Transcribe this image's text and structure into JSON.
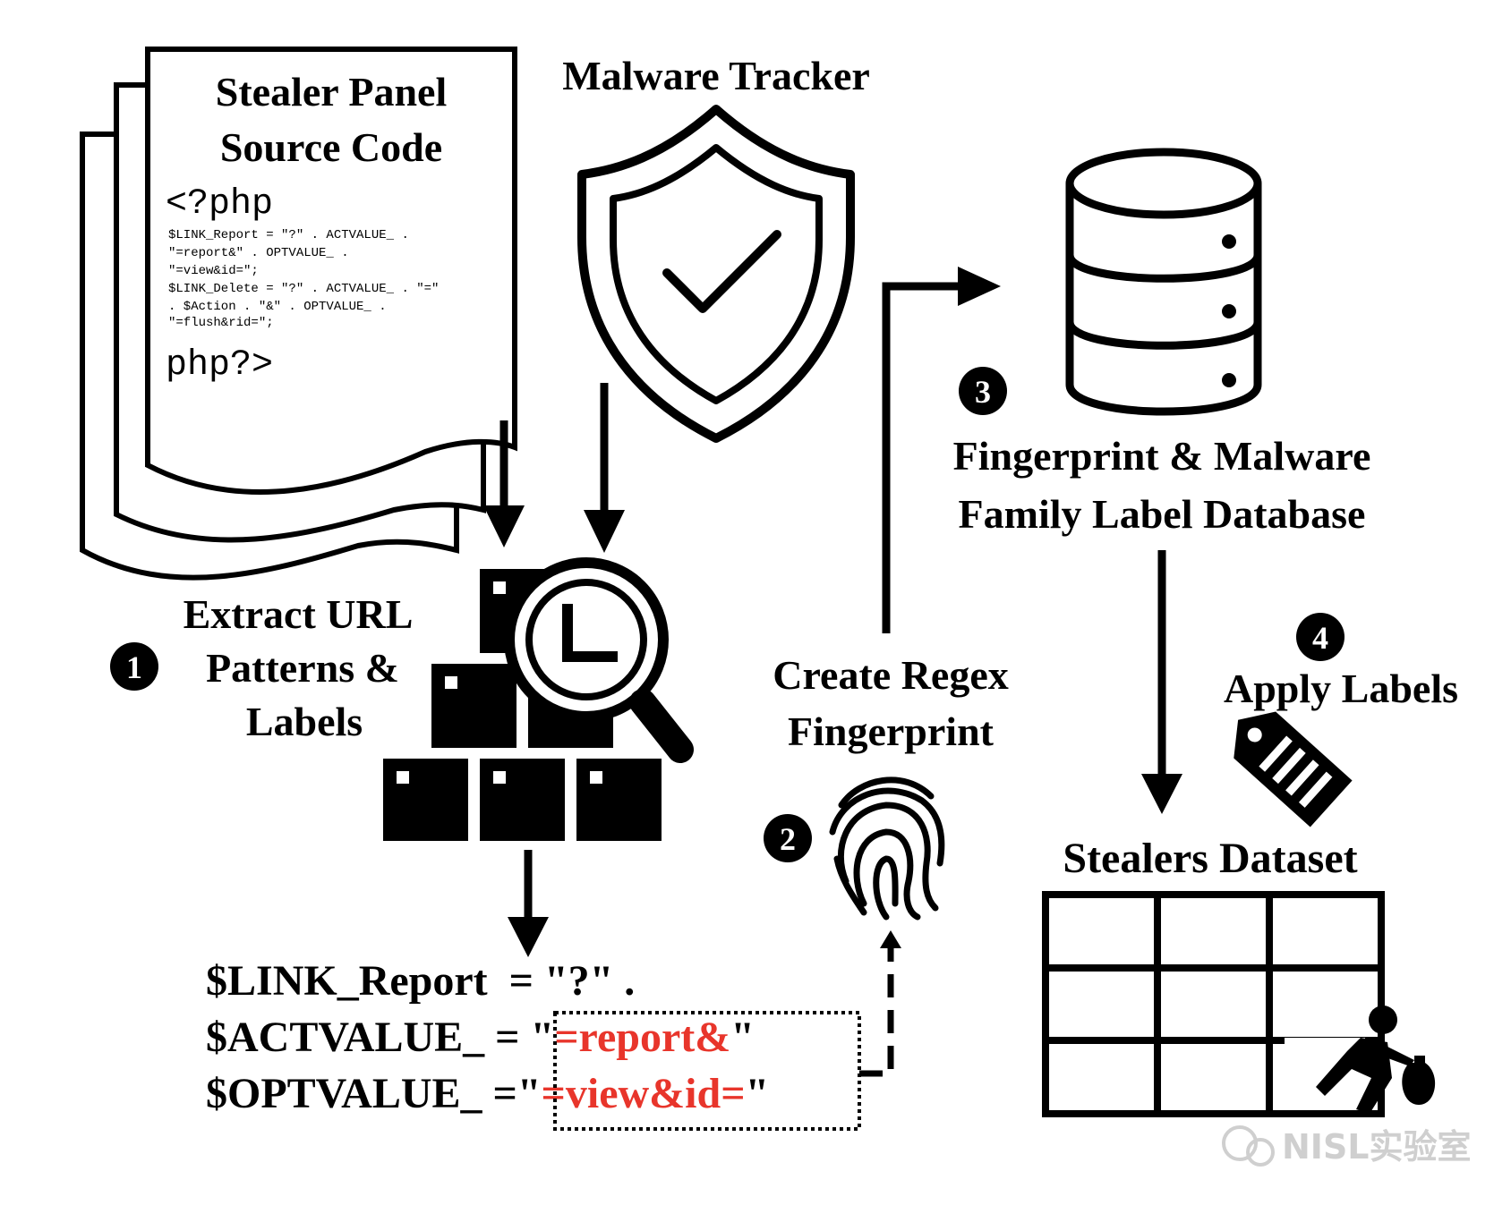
{
  "source_doc": {
    "title_line1": "Stealer Panel",
    "title_line2": "Source Code",
    "php_open": "<?php",
    "code_lines": [
      "$LINK_Report  = \"?\" . ACTVALUE_ .",
      "\"=report&\"   . OPTVALUE_ .",
      "\"=view&id=\";",
      "$LINK_Delete  = \"?\" . ACTVALUE_ . \"=\"",
      ". $Action . \"&\" . OPTVALUE_ .",
      "\"=flush&rid=\";"
    ],
    "php_close": "php?>"
  },
  "malware_tracker": {
    "label": "Malware Tracker"
  },
  "step1": {
    "number": "1",
    "label_lines": [
      "Extract URL",
      "Patterns &",
      "Labels"
    ]
  },
  "step2": {
    "number": "2",
    "label_lines": [
      "Create Regex",
      "Fingerprint"
    ]
  },
  "step3": {
    "number": "3",
    "label_lines": [
      "Fingerprint & Malware",
      "Family Label Database"
    ]
  },
  "step4": {
    "number": "4",
    "label": "Apply Labels"
  },
  "dataset": {
    "label": "Stealers Dataset"
  },
  "extracted_code": {
    "line1": "$LINK_Report  = \"?\" .",
    "line2_prefix": "$ACTVALUE_ = \"",
    "line2_value": "=report&",
    "line2_suffix": "\"",
    "line3_prefix": "$OPTVALUE_ =\"",
    "line3_value": "=view&id=",
    "line3_suffix": "\""
  },
  "watermark": {
    "text": "NISL实验室"
  },
  "colors": {
    "highlight": "#e8352b",
    "ink": "#000000",
    "watermark": "#cfcfcf"
  }
}
